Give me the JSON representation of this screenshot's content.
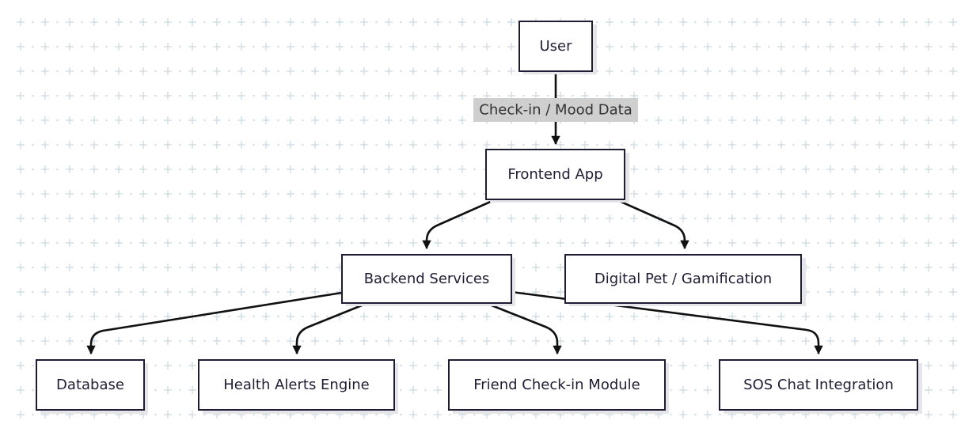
{
  "diagram": {
    "nodes": [
      {
        "id": "user",
        "label": "User"
      },
      {
        "id": "frontend",
        "label": "Frontend App"
      },
      {
        "id": "backend",
        "label": "Backend Services"
      },
      {
        "id": "pet",
        "label": "Digital Pet / Gamification"
      },
      {
        "id": "database",
        "label": "Database"
      },
      {
        "id": "alerts",
        "label": "Health Alerts Engine"
      },
      {
        "id": "friend",
        "label": "Friend Check-in Module"
      },
      {
        "id": "sos",
        "label": "SOS Chat Integration"
      }
    ],
    "edges": [
      {
        "from": "user",
        "to": "frontend",
        "label": "Check-in / Mood Data"
      },
      {
        "from": "frontend",
        "to": "backend"
      },
      {
        "from": "frontend",
        "to": "pet"
      },
      {
        "from": "backend",
        "to": "database"
      },
      {
        "from": "backend",
        "to": "alerts"
      },
      {
        "from": "backend",
        "to": "friend"
      },
      {
        "from": "backend",
        "to": "sos"
      }
    ],
    "colors": {
      "node_border": "#1f1d33",
      "node_fill": "#ffffff",
      "edge": "#111111",
      "edge_label_bg": "#cfcfcf",
      "grid": "#c9d7df"
    }
  }
}
